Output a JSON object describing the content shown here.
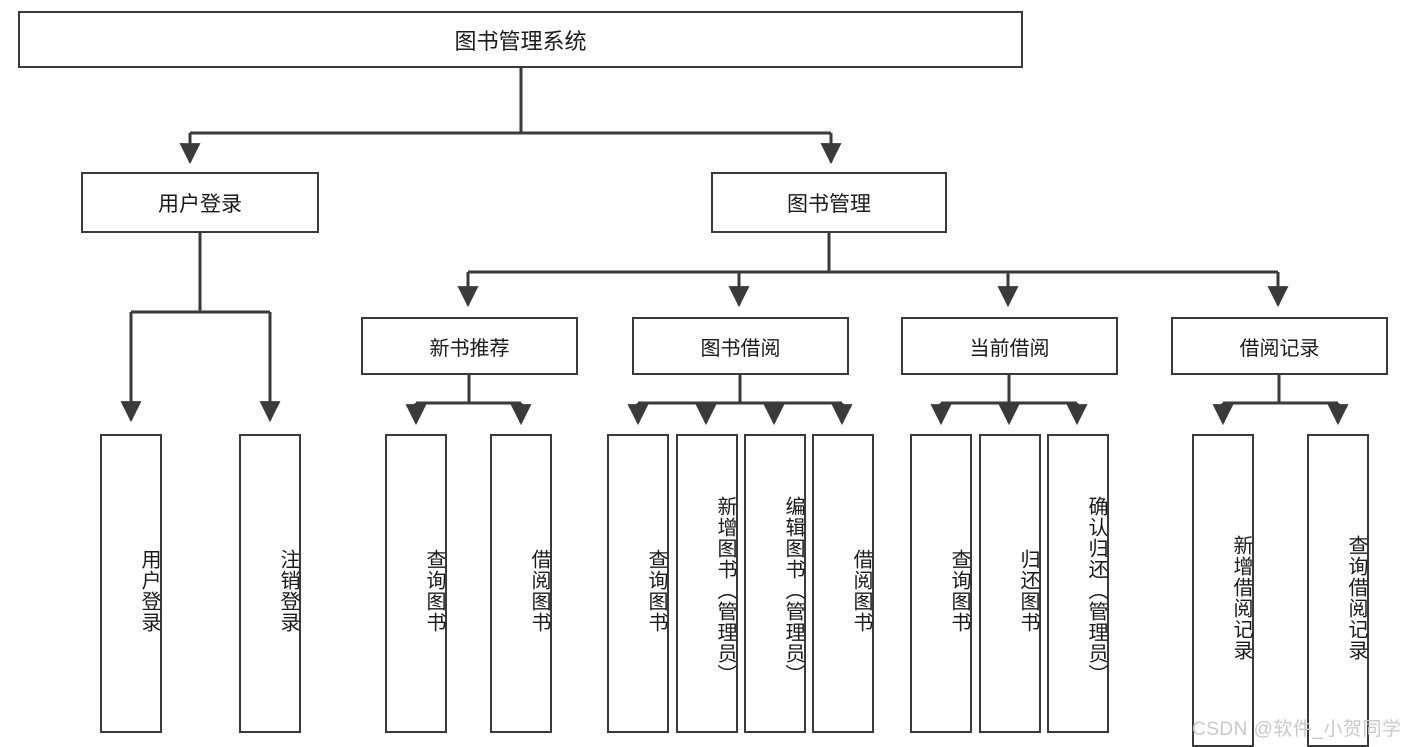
{
  "diagram": {
    "title": "图书管理系统",
    "type": "tree-hierarchy",
    "root": {
      "label": "图书管理系统"
    },
    "level2": [
      {
        "label": "用户登录"
      },
      {
        "label": "图书管理"
      }
    ],
    "level3": [
      {
        "label": "新书推荐"
      },
      {
        "label": "图书借阅"
      },
      {
        "label": "当前借阅"
      },
      {
        "label": "借阅记录"
      }
    ],
    "leaves": {
      "user_login": [
        {
          "label": "用户登录"
        },
        {
          "label": "注销登录"
        }
      ],
      "new_book_recommend": [
        {
          "label": "查询图书"
        },
        {
          "label": "借阅图书"
        }
      ],
      "book_borrow": [
        {
          "label": "查询图书"
        },
        {
          "label": "新增图书（管理员）"
        },
        {
          "label": "编辑图书（管理员）"
        },
        {
          "label": "借阅图书"
        }
      ],
      "current_borrow": [
        {
          "label": "查询图书"
        },
        {
          "label": "归还图书"
        },
        {
          "label": "确认归还（管理员）"
        }
      ],
      "borrow_record": [
        {
          "label": "新增借阅记录"
        },
        {
          "label": "查询借阅记录"
        }
      ]
    }
  },
  "watermark": {
    "text": "CSDN @软件_小贺同学"
  },
  "colors": {
    "border": "#3a3a3a",
    "background": "#ffffff",
    "text": "#1a1a1a",
    "watermark": "#c9c9c9"
  }
}
